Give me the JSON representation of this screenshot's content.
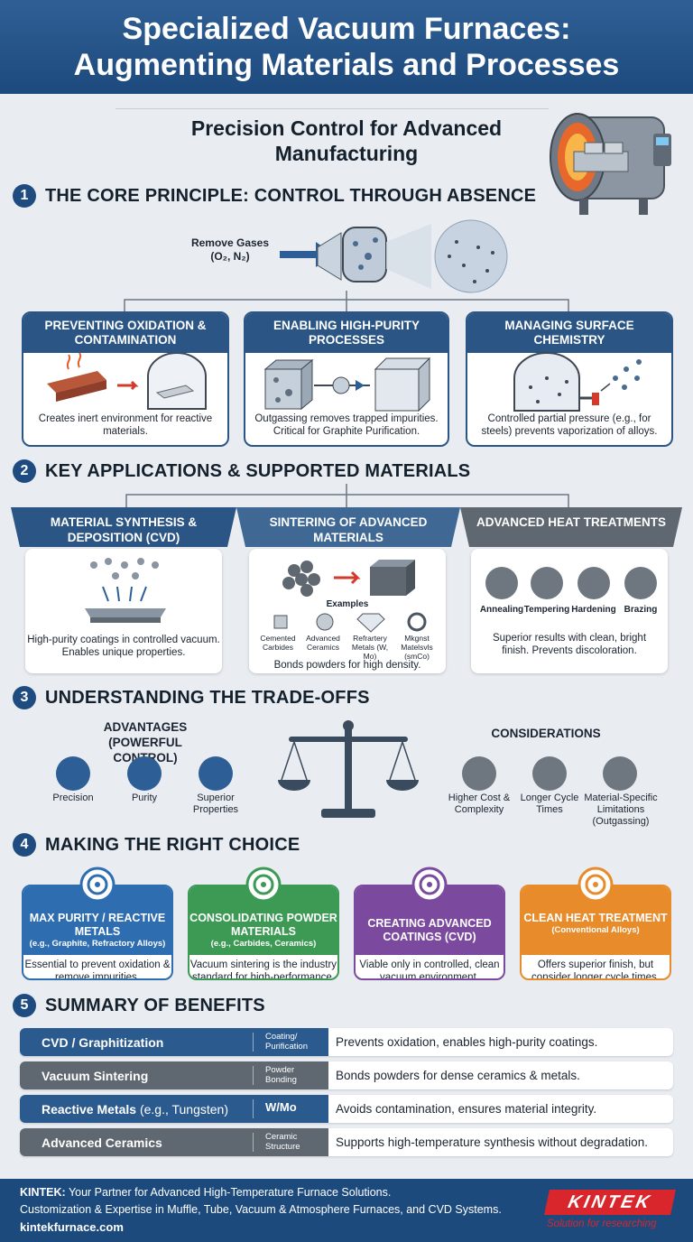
{
  "header": {
    "title_line1": "Specialized Vacuum Furnaces:",
    "title_line2": "Augmenting Materials and Processes"
  },
  "subtitle": "Precision Control for Advanced Manufacturing",
  "section1": {
    "number": "1",
    "title": "THE CORE PRINCIPLE: CONTROL THROUGH ABSENCE",
    "remove_gases": "Remove Gases",
    "gases": "(O₂, N₂)",
    "cards": [
      {
        "title": "PREVENTING OXIDATION & CONTAMINATION",
        "desc": "Creates inert environment for reactive materials."
      },
      {
        "title": "ENABLING HIGH-PURITY PROCESSES",
        "desc": "Outgassing removes trapped impurities. Critical for Graphite Purification."
      },
      {
        "title": "MANAGING SURFACE CHEMISTRY",
        "desc": "Controlled partial pressure (e.g., for steels) prevents vaporization of alloys."
      }
    ]
  },
  "section2": {
    "number": "2",
    "title": "KEY APPLICATIONS & SUPPORTED MATERIALS",
    "synthesis": {
      "title": "MATERIAL SYNTHESIS & DEPOSITION (CVD)",
      "desc": "High-purity coatings in controlled vacuum. Enables unique properties."
    },
    "sintering": {
      "title": "SINTERING OF ADVANCED MATERIALS",
      "examples_label": "Examples",
      "examples": [
        "Cemented Carbides",
        "Advanced Ceramics",
        "Refrartery Metals (W, Mo)",
        "Mkgnst Matelsvls (smCo)"
      ],
      "desc": "Bonds powders for high density."
    },
    "heat": {
      "title": "ADVANCED HEAT TREATMENTS",
      "items": [
        "Annealing",
        "Tempering",
        "Hardening",
        "Brazing"
      ],
      "desc": "Superior results with clean, bright finish. Prevents discoloration."
    }
  },
  "section3": {
    "number": "3",
    "title": "UNDERSTANDING THE TRADE-OFFS",
    "advantages_title": "ADVANTAGES (POWERFUL CONTROL)",
    "advantages": [
      "Precision",
      "Purity",
      "Superior Properties"
    ],
    "considerations_title": "CONSIDERATIONS",
    "considerations": [
      "Higher Cost & Complexity",
      "Longer Cycle Times",
      "Material-Specific Limitations (Outgassing)"
    ]
  },
  "section4": {
    "number": "4",
    "title": "MAKING THE RIGHT CHOICE",
    "choices": [
      {
        "title": "MAX PURITY / REACTIVE METALS",
        "sub": "(e.g., Graphite, Refractory Alloys)",
        "desc": "Essential to prevent oxidation & remove impurities.",
        "color": "#2d6db0"
      },
      {
        "title": "CONSOLIDATING POWDER MATERIALS",
        "sub": "(e.g., Carbides, Ceramics)",
        "desc": "Vacuum sintering is the industry standard for high-performance.",
        "color": "#3c9a55"
      },
      {
        "title": "CREATING ADVANCED COATINGS (CVD)",
        "sub": "",
        "desc": "Viable only in controlled, clean vacuum environment.",
        "color": "#7b4a9e"
      },
      {
        "title": "CLEAN HEAT TREATMENT",
        "sub": "(Conventional Alloys)",
        "desc": "Offers superior finish, but consider longer cycle times.",
        "color": "#e88b2a"
      }
    ]
  },
  "section5": {
    "number": "5",
    "title": "SUMMARY OF BENEFITS",
    "rows": [
      {
        "name": "CVD / Graphitization",
        "name_extra": "",
        "tag": "Coating/ Purification",
        "benefit": "Prevents oxidation, enables high-purity coatings.",
        "color": "#2b5a8f"
      },
      {
        "name": "Vacuum Sintering",
        "name_extra": "",
        "tag": "Powder Bonding",
        "benefit": "Bonds powders for dense ceramics & metals.",
        "color": "#5f6770"
      },
      {
        "name": "Reactive Metals",
        "name_extra": " (e.g., Tungsten)",
        "tag": "W/Mo",
        "benefit": "Avoids contamination, ensures material integrity.",
        "color": "#2b5a8f"
      },
      {
        "name": "Advanced Ceramics",
        "name_extra": "",
        "tag": "Ceramic Structure",
        "benefit": "Supports high-temperature synthesis without degradation.",
        "color": "#5f6770"
      }
    ]
  },
  "footer": {
    "brand": "KINTEK:",
    "line1": " Your Partner for Advanced High-Temperature Furnace Solutions.",
    "line2": "Customization & Expertise in Muffle, Tube, Vacuum & Atmosphere Furnaces, and CVD Systems.",
    "site": "kintekfurnace.com",
    "logo": "KINTEK",
    "tagline": "Solution for researching"
  }
}
